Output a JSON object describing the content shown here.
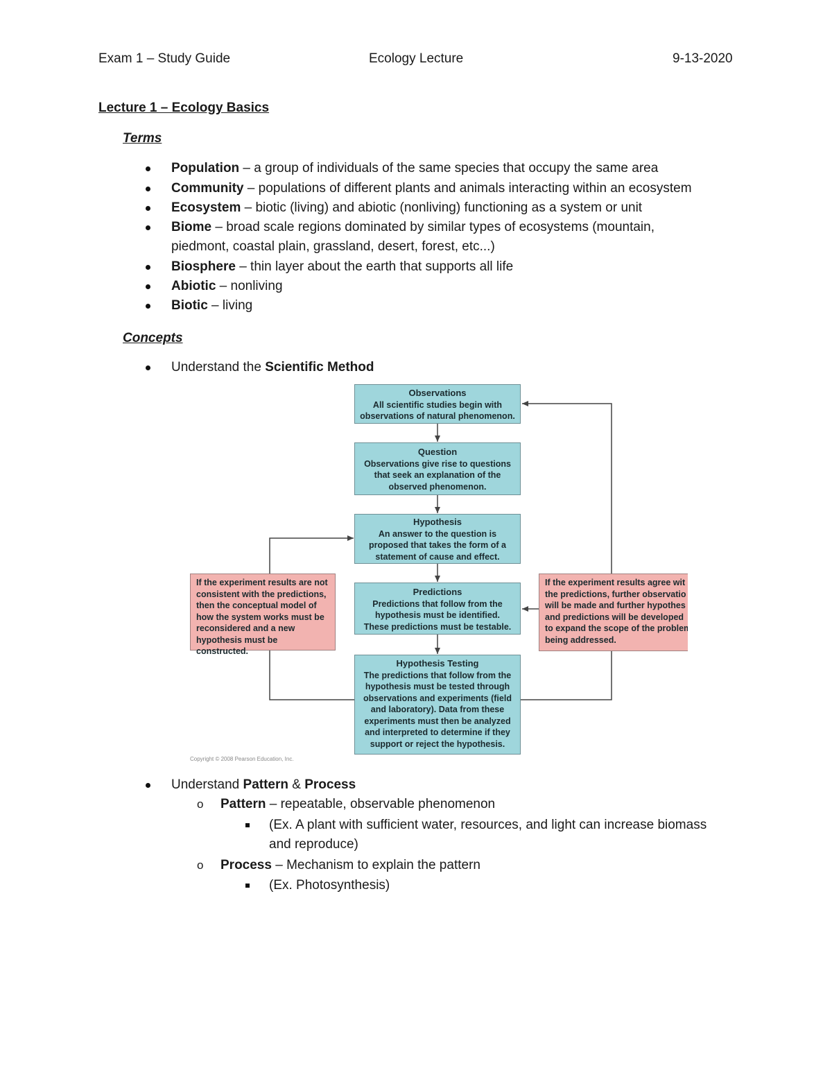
{
  "header": {
    "left": "Exam 1 – Study Guide",
    "center": "Ecology Lecture",
    "right": "9-13-2020"
  },
  "lecture_title": "Lecture 1 – Ecology Basics",
  "terms": {
    "heading": "Terms",
    "items": [
      {
        "term": "Population",
        "def": " – a group of individuals of the same species that occupy the same area"
      },
      {
        "term": "Community",
        "def": " – populations of different plants and animals interacting within an ecosystem"
      },
      {
        "term": "Ecosystem",
        "def": " – biotic (living) and abiotic (nonliving) functioning as a system or unit"
      },
      {
        "term": "Biome",
        "def": " – broad scale regions dominated by similar types of ecosystems (mountain,",
        "cont": "piedmont, coastal plain, grassland, desert, forest, etc...)"
      },
      {
        "term": "Biosphere",
        "def": " – thin layer about the earth that supports all life"
      },
      {
        "term": "Abiotic",
        "def": " – nonliving"
      },
      {
        "term": "Biotic",
        "def": " – living"
      }
    ]
  },
  "concepts": {
    "heading": "Concepts",
    "sci_method": {
      "prefix": "Understand the ",
      "bold": "Scientific Method"
    },
    "pattern_process": {
      "prefix": "Understand ",
      "bold1": "Pattern",
      "mid": " & ",
      "bold2": "Process"
    },
    "pattern": {
      "term": "Pattern",
      "def": " – repeatable, observable phenomenon",
      "example_l1": "(Ex. A plant with sufficient water, resources, and light can increase biomass",
      "example_l2": "and reproduce)"
    },
    "process": {
      "term": "Process",
      "def": " – Mechanism to explain the pattern",
      "example": "(Ex. Photosynthesis)"
    },
    "bullet_symbols": {
      "sub": "o"
    }
  },
  "diagram": {
    "observations": {
      "title": "Observations",
      "lines": [
        "All scientific studies begin with",
        "observations of natural phenomenon."
      ]
    },
    "question": {
      "title": "Question",
      "lines": [
        "Observations give rise to questions",
        "that seek an explanation of the",
        "observed phenomenon."
      ]
    },
    "hypothesis": {
      "title": "Hypothesis",
      "lines": [
        "An answer to the question is",
        "proposed that takes the form of a",
        "statement of cause and effect."
      ]
    },
    "predictions": {
      "title": "Predictions",
      "lines": [
        "Predictions that follow from the",
        "hypothesis must be identified.",
        "These predictions must be testable."
      ]
    },
    "testing": {
      "title": "Hypothesis Testing",
      "lines": [
        "The predictions that follow from the",
        "hypothesis must be tested through",
        "observations and experiments (field",
        "and laboratory). Data from these",
        "experiments must then be analyzed",
        "and interpreted to determine if they",
        "support or reject the hypothesis."
      ]
    },
    "not_consistent": {
      "lines": [
        "If the experiment results are not",
        "consistent with the predictions,",
        "then the conceptual model of",
        "how the system works must be",
        "reconsidered and a new",
        "hypothesis must be constructed."
      ]
    },
    "agree": {
      "lines": [
        "If the experiment results agree wit",
        "the predictions, further observatio",
        "will be made and further hypothes",
        "and predictions will be developed",
        "to expand the scope of the problem",
        "being addressed."
      ]
    },
    "copyright": "Copyright © 2008 Pearson Education, Inc.",
    "colors": {
      "blue_box": "#9fd6dc",
      "red_box": "#f2b3b0",
      "arrow": "#444444"
    }
  }
}
